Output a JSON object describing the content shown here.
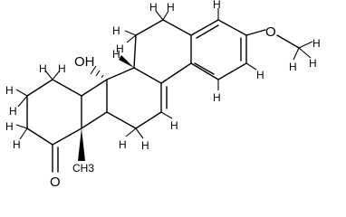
{
  "molecule": {
    "atom_labels": {
      "methoxy_oxygen": "O",
      "ketone_oxygen": "O",
      "hydroxyl": "OH",
      "hydrogen": "H",
      "methyl": "CH3"
    }
  }
}
